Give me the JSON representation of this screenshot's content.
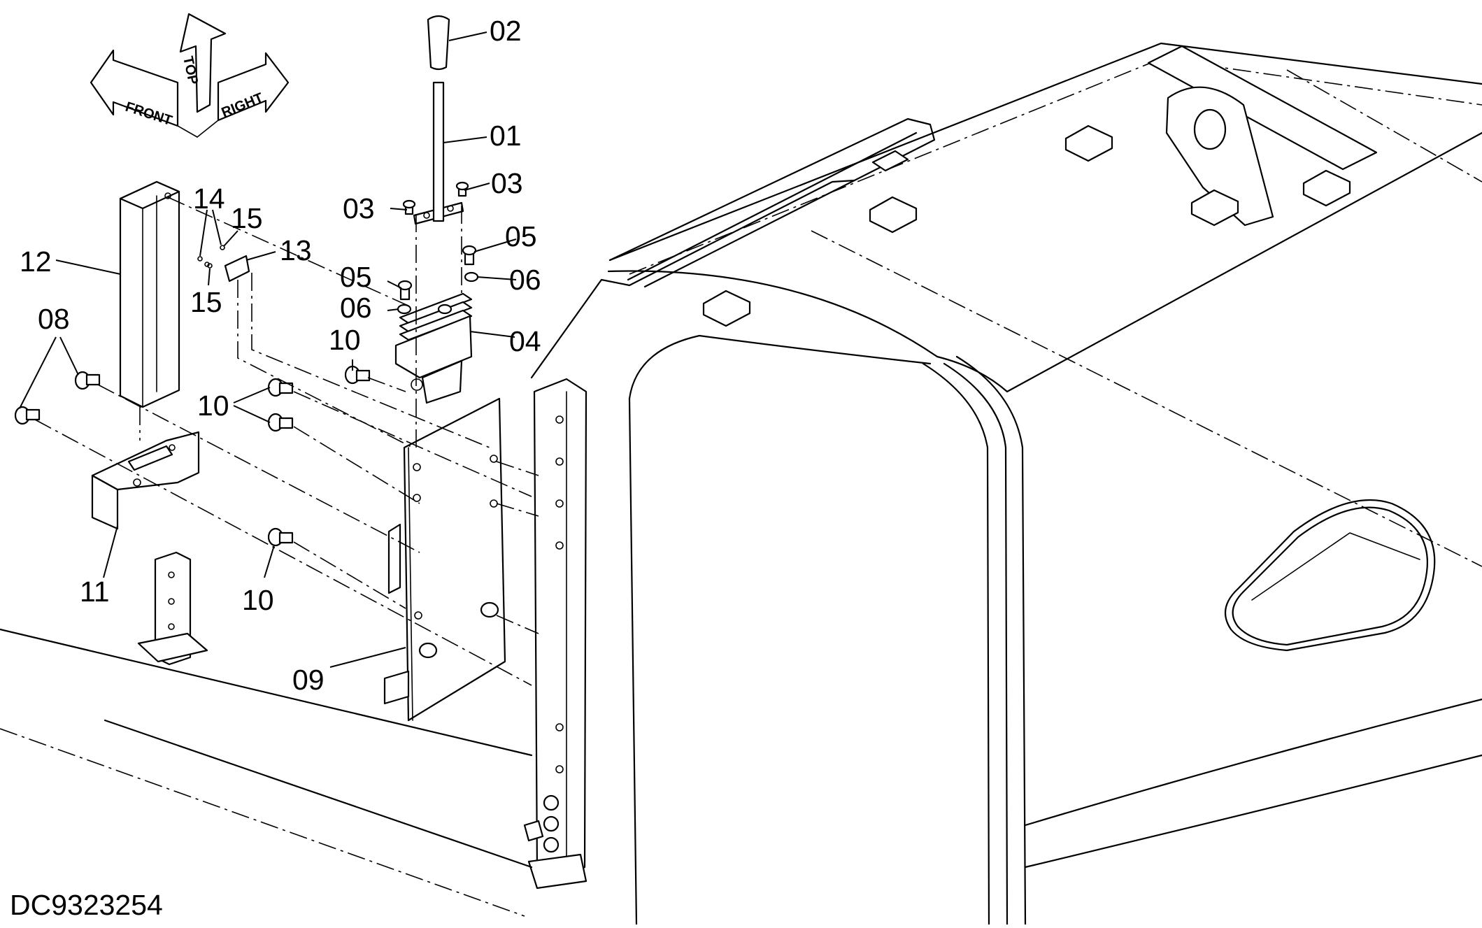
{
  "drawing_id": "DC9323254",
  "orientation": {
    "front": "FRONT",
    "top": "TOP",
    "right": "RIGHT"
  },
  "callouts": {
    "c01": "01",
    "c02": "02",
    "c03a": "03",
    "c03b": "03",
    "c04": "04",
    "c05a": "05",
    "c05b": "05",
    "c06a": "06",
    "c06b": "06",
    "c08": "08",
    "c09": "09",
    "c10a": "10",
    "c10b": "10",
    "c10c": "10",
    "c11": "11",
    "c12": "12",
    "c13": "13",
    "c14": "14",
    "c15a": "15",
    "c15b": "15"
  }
}
